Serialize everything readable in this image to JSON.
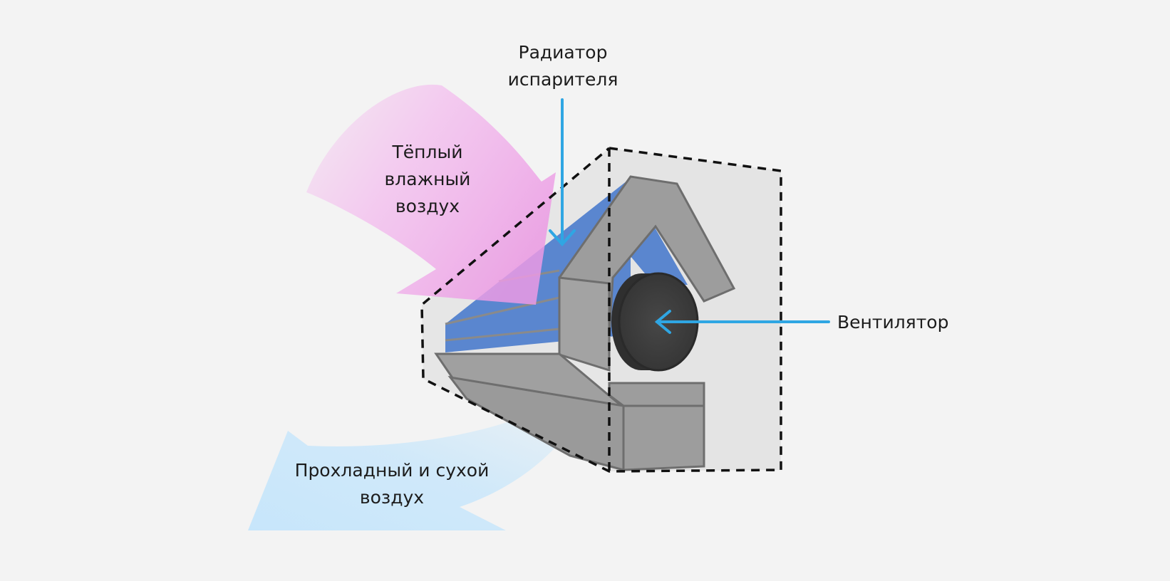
{
  "labels": {
    "radiator": [
      "Радиатор",
      "испарителя"
    ],
    "warm_air": [
      "Тёплый",
      "влажный",
      "воздух"
    ],
    "fan": "Вентилятор",
    "cool_air": [
      "Прохладный и сухой",
      "воздух"
    ]
  },
  "colors": {
    "background": "#f3f3f3",
    "housing": "#e4e4e4",
    "frame": "#9d9d9d",
    "frame_stroke": "#6e6e6e",
    "radiator": "#5a86cf",
    "fan": "#3b3b3b",
    "pointer": "#2fa6e3",
    "warm_air": "#f3bcee",
    "cool_air": "#c7e6fb",
    "dashed_outline": "#111111"
  }
}
